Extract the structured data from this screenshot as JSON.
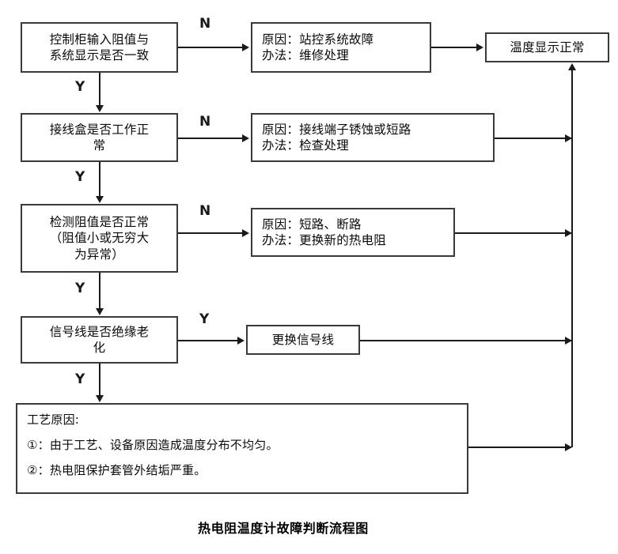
{
  "caption": "热电阻温度计故障判断流程图",
  "nodes": {
    "q1": {
      "lines": [
        "控制柜输入阻值与",
        "系统显示是否一致"
      ]
    },
    "a1": {
      "lines": [
        "原因：站控系统故障",
        "办法：维修处理"
      ]
    },
    "q2": {
      "lines": [
        "接线盒是否工作正",
        "常"
      ]
    },
    "a2": {
      "lines": [
        "原因：接线端子锈蚀或短路",
        "办法：检查处理"
      ]
    },
    "q3": {
      "lines": [
        "检测阻值是否正常",
        "（阻值小或无穷大",
        "为异常）"
      ]
    },
    "a3": {
      "lines": [
        "原因：短路、断路",
        "办法：更换新的热电阻"
      ]
    },
    "q4": {
      "lines": [
        "信号线是否绝缘老",
        "化"
      ]
    },
    "a4": {
      "lines": [
        "更换信号线"
      ]
    },
    "note": {
      "lines": [
        "工艺原因:",
        "①：由于工艺、设备原因造成温度分布不均匀。",
        "②：热电阻保护套管外结垢严重。"
      ]
    },
    "result": {
      "lines": [
        "温度显示正常"
      ]
    }
  },
  "branch_labels": {
    "n1": "N",
    "y1": "Y",
    "n2": "N",
    "y2": "Y",
    "n3": "N",
    "y3": "Y",
    "y4": "Y",
    "y5": "Y"
  },
  "colors": {
    "box_border": "#3a3a3a",
    "line": "#1a1a1a",
    "text": "#0a0a0a",
    "background": "#ffffff"
  }
}
